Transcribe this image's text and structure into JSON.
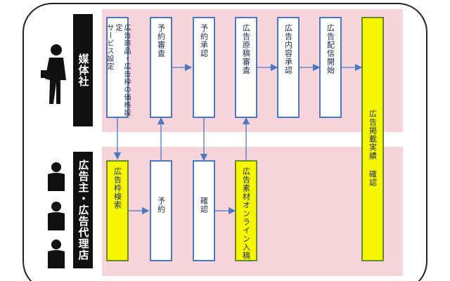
{
  "roles": {
    "media": "媒体社",
    "advertiser": "広告主・広告代理店"
  },
  "steps": {
    "service_setup": "広告商品・広告枠の価格設定\nサービス設定",
    "reservation_review": "予約審査",
    "reservation_approval": "予約承認",
    "manuscript_review": "広告原稿審査",
    "content_approval": "広告内容承認",
    "delivery_start": "広告配信開始",
    "results_check": "広告掲載実績 確認",
    "slot_search": "広告枠検索",
    "reservation": "予約",
    "confirm": "確認",
    "online_submission": "広告素材オンライン入稿"
  },
  "colors": {
    "band": "#f7d3da",
    "box_border": "#4a78c2",
    "highlight": "#f6f600",
    "arrow": "#4a78c2"
  },
  "icons": {
    "media_person": "businessman-icon",
    "advertiser_person_1": "man-icon",
    "advertiser_person_2": "man-icon",
    "advertiser_person_3": "man-icon"
  }
}
